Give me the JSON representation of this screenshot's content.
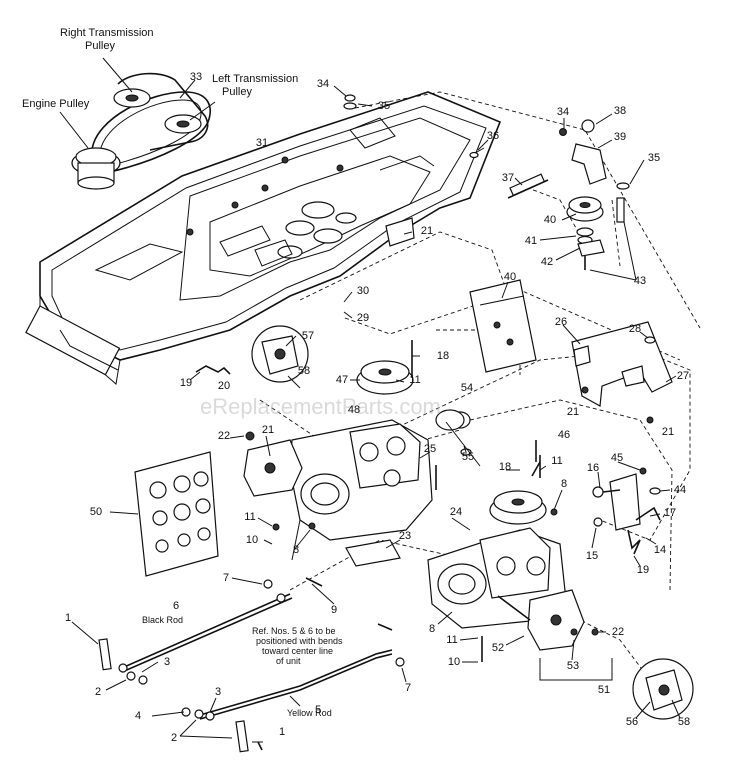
{
  "labels": {
    "right_transmission_pulley": "Right Transmission\nPulley",
    "left_transmission_pulley": "Left Transmission\nPulley",
    "engine_pulley": "Engine Pulley",
    "black_rod": "Black Rod",
    "yellow_rod": "Yellow Rod",
    "note": "Ref. Nos. 5 & 6 to be\npositioned with bends\ntoward center line\nof unit"
  },
  "watermark": "eReplacementParts.com",
  "callouts": [
    {
      "id": "c33",
      "text": "33"
    },
    {
      "id": "c34a",
      "text": "34"
    },
    {
      "id": "c35a",
      "text": "35"
    },
    {
      "id": "c31",
      "text": "31"
    },
    {
      "id": "c36",
      "text": "36"
    },
    {
      "id": "c34b",
      "text": "34"
    },
    {
      "id": "c38",
      "text": "38"
    },
    {
      "id": "c39",
      "text": "39"
    },
    {
      "id": "c35b",
      "text": "35"
    },
    {
      "id": "c37",
      "text": "37"
    },
    {
      "id": "c40a",
      "text": "40"
    },
    {
      "id": "c41",
      "text": "41"
    },
    {
      "id": "c42",
      "text": "42"
    },
    {
      "id": "c43",
      "text": "43"
    },
    {
      "id": "c21a",
      "text": "21"
    },
    {
      "id": "c30",
      "text": "30"
    },
    {
      "id": "c29",
      "text": "29"
    },
    {
      "id": "c40b",
      "text": "40"
    },
    {
      "id": "c26",
      "text": "26"
    },
    {
      "id": "c28",
      "text": "28"
    },
    {
      "id": "c27",
      "text": "27"
    },
    {
      "id": "c57",
      "text": "57"
    },
    {
      "id": "c58a",
      "text": "58"
    },
    {
      "id": "c18a",
      "text": "18"
    },
    {
      "id": "c47",
      "text": "47"
    },
    {
      "id": "c11a",
      "text": "11"
    },
    {
      "id": "c48",
      "text": "48"
    },
    {
      "id": "c54",
      "text": "54"
    },
    {
      "id": "c19a",
      "text": "19"
    },
    {
      "id": "c20",
      "text": "20"
    },
    {
      "id": "c21b",
      "text": "21"
    },
    {
      "id": "c21c",
      "text": "21"
    },
    {
      "id": "c46a",
      "text": "46"
    },
    {
      "id": "c22a",
      "text": "22"
    },
    {
      "id": "c21d",
      "text": "21"
    },
    {
      "id": "c25",
      "text": "25"
    },
    {
      "id": "c55",
      "text": "55"
    },
    {
      "id": "c18b",
      "text": "18"
    },
    {
      "id": "c11b",
      "text": "11"
    },
    {
      "id": "c45",
      "text": "45"
    },
    {
      "id": "c16",
      "text": "16"
    },
    {
      "id": "c8a",
      "text": "8"
    },
    {
      "id": "c44",
      "text": "44"
    },
    {
      "id": "c50",
      "text": "50"
    },
    {
      "id": "c24",
      "text": "24"
    },
    {
      "id": "c17",
      "text": "17"
    },
    {
      "id": "c11c",
      "text": "11"
    },
    {
      "id": "c10a",
      "text": "10"
    },
    {
      "id": "c8b",
      "text": "8"
    },
    {
      "id": "c23",
      "text": "23"
    },
    {
      "id": "c15",
      "text": "15"
    },
    {
      "id": "c14",
      "text": "14"
    },
    {
      "id": "c19b",
      "text": "19"
    },
    {
      "id": "c7a",
      "text": "7"
    },
    {
      "id": "c6",
      "text": "6"
    },
    {
      "id": "c9",
      "text": "9"
    },
    {
      "id": "c8c",
      "text": "8"
    },
    {
      "id": "c1a",
      "text": "1"
    },
    {
      "id": "c3a",
      "text": "3"
    },
    {
      "id": "c2a",
      "text": "2"
    },
    {
      "id": "c22b",
      "text": "22"
    },
    {
      "id": "c11d",
      "text": "11"
    },
    {
      "id": "c52",
      "text": "52"
    },
    {
      "id": "c10b",
      "text": "10"
    },
    {
      "id": "c53",
      "text": "53"
    },
    {
      "id": "c7b",
      "text": "7"
    },
    {
      "id": "c4",
      "text": "4"
    },
    {
      "id": "c3b",
      "text": "3"
    },
    {
      "id": "c5",
      "text": "5"
    },
    {
      "id": "c51",
      "text": "51"
    },
    {
      "id": "c2b",
      "text": "2"
    },
    {
      "id": "c1b",
      "text": "1"
    },
    {
      "id": "c56",
      "text": "56"
    },
    {
      "id": "c58b",
      "text": "58"
    }
  ]
}
